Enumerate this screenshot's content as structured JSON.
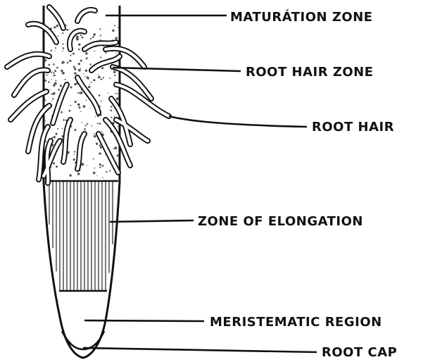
{
  "labels": {
    "maturation_zone": "MATURÁTION ZONE",
    "root_hair_zone": "ROOT HAIR ZONE",
    "root_hair": "ROOT HAIR",
    "zone_of_elongation": "ZONE OF ELONGATION",
    "meristematic_region": "MERISTEMATIC REGION",
    "root_cap": "ROOT CAP"
  }
}
